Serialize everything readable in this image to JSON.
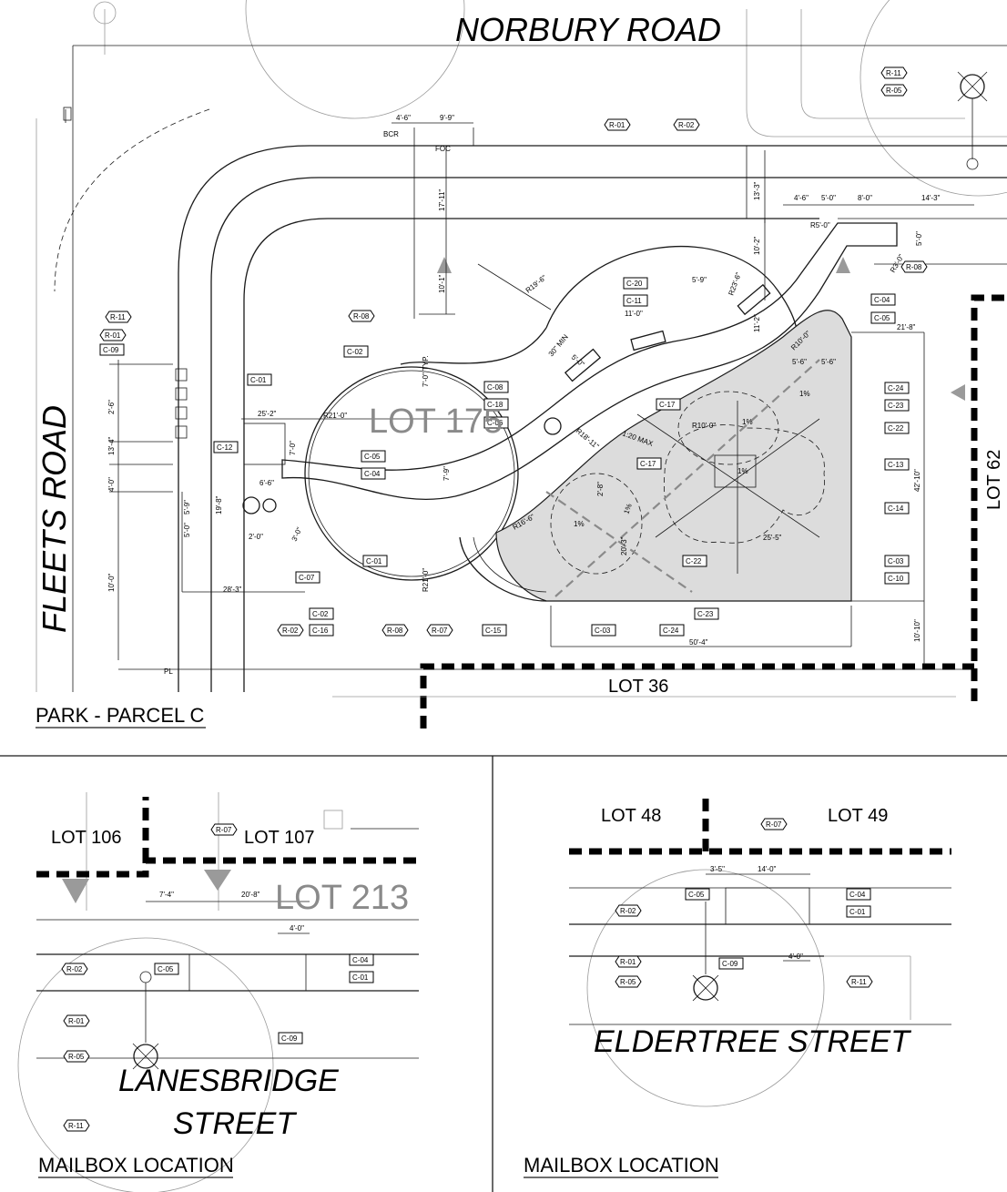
{
  "streets": {
    "norbury": "NORBURY   ROAD",
    "fleets": "FLEETS   ROAD",
    "lanesbridge_1": "LANESBRIDGE",
    "lanesbridge_2": "STREET",
    "eldertree": "ELDERTREE   STREET"
  },
  "lots": {
    "lot_175": "LOT 175",
    "lot_62": "LOT 62",
    "lot_36": "LOT  36",
    "lot_106": "LOT  106",
    "lot_107": "LOT  107",
    "lot_213": "LOT 213",
    "lot_48": "LOT  48",
    "lot_49": "LOT  49"
  },
  "section_titles": {
    "park": "PARK - PARCEL C",
    "mailbox_left": "MAILBOX LOCATION",
    "mailbox_right": "MAILBOX LOCATION"
  },
  "park_tags": [
    "R-01",
    "R-02",
    "C-20",
    "C-11",
    "C-08",
    "C-18",
    "C-06",
    "C-17",
    "C-17",
    "C-24",
    "C-23",
    "C-22",
    "C-13",
    "C-14",
    "C-03",
    "C-10",
    "C-22",
    "C-23",
    "C-24",
    "C-03",
    "C-15",
    "R-07",
    "R-08",
    "C-16",
    "R-02",
    "C-02",
    "C-01",
    "C-07",
    "C-04",
    "C-05",
    "C-12",
    "C-01",
    "C-09",
    "R-01",
    "R-11",
    "R-08",
    "C-02",
    "C-04",
    "C-05",
    "R-08",
    "R-11",
    "R-05"
  ],
  "park_dims": [
    "4'-6\"",
    "9'-9\"",
    "13'-3\"",
    "17'-11\"",
    "10'-1\"",
    "R19'-6\"",
    "5'-9\"",
    "R23'-6\"",
    "11'-2\"",
    "10'-2\"",
    "4'-6\"",
    "5'-0\"",
    "8'-0\"",
    "14'-3\"",
    "5'-0\"",
    "R5'-0\"",
    "R3'-0\"",
    "21'-8\"",
    "R10'-0\"",
    "5'-6\"",
    "5'-6\"",
    "42'-10\"",
    "10'-10\"",
    "50'-4\"",
    "25'-5\"",
    "20'-3\"",
    "2'-8\"",
    "R16'-6\"",
    "1:20 MAX",
    "R18'-11\"",
    "5'-0\"",
    "30\" MIN",
    "11'-0\"",
    "7'-0\" TYP.",
    "R21'-0\"",
    "R21'-0\"",
    "25'-2\"",
    "7'-0\"",
    "6'-6\"",
    "7'-9\"",
    "2'-6\"",
    "13'-4\"",
    "4'-0\"",
    "5'-9\"",
    "5'-0\"",
    "10'-0\"",
    "28'-3\"",
    "19'-8\"",
    "2'-0\"",
    "3'-0\"",
    "R10'-0\"",
    "1%",
    "1%",
    "1%",
    "1%",
    "1%",
    "1%"
  ],
  "misc_labels": {
    "pl": "PL",
    "foc": "FOC",
    "bcr": "BCR"
  },
  "mailbox_left": {
    "tags": [
      "R-07",
      "R-02",
      "C-05",
      "C-04",
      "C-01",
      "R-01",
      "C-09",
      "R-05",
      "R-11"
    ],
    "dims": [
      "7'-4\"",
      "20'-8\"",
      "4'-0\""
    ]
  },
  "mailbox_right": {
    "tags": [
      "R-07",
      "C-05",
      "C-04",
      "C-01",
      "R-02",
      "R-01",
      "R-05",
      "C-09",
      "R-11"
    ],
    "dims": [
      "3'-5\"",
      "14'-0\"",
      "4'-0\""
    ]
  },
  "colors": {
    "line": "#1a1a1a",
    "stipple": "#dcdcdc",
    "lot_gray": "#8a8a8a"
  }
}
